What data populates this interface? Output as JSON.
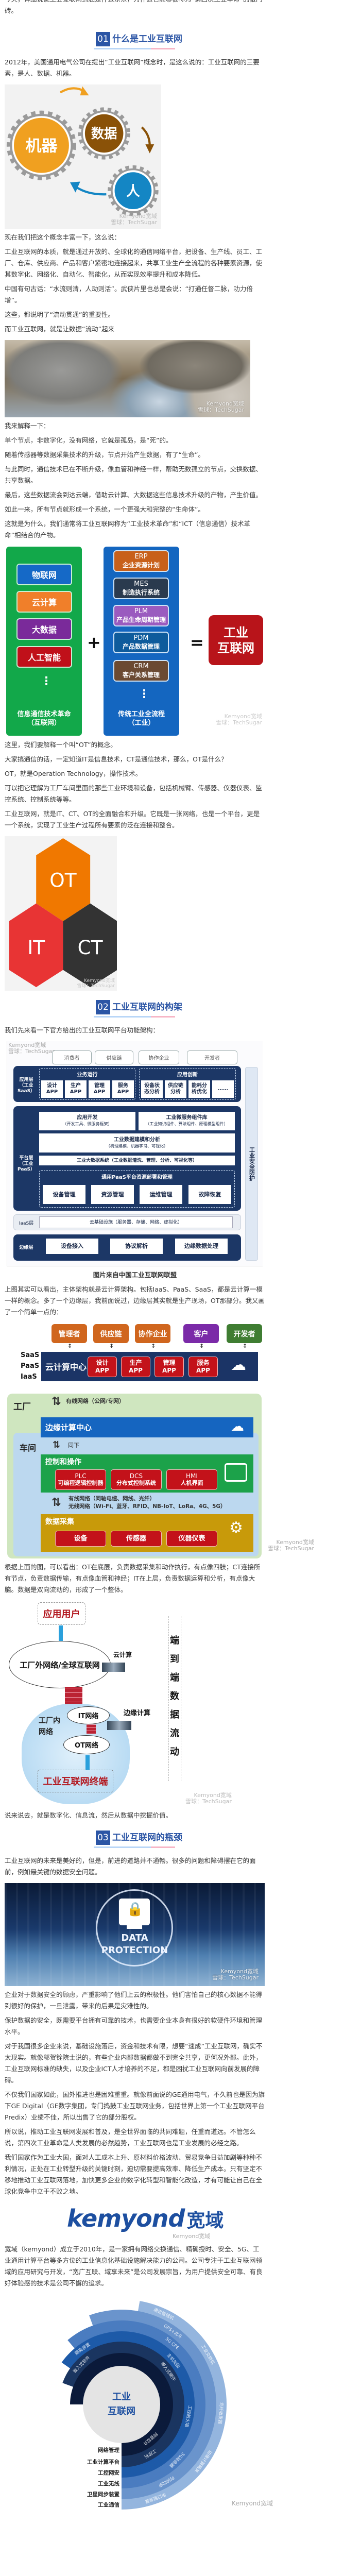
{
  "article": {
    "intro_clipped": "今天，详细说说工业互联网到底是什么东东，为什么它能够被称为“第四次工业革命”的敲门砖。",
    "headings": [
      {
        "num": "01",
        "title": "什么是工业互联网"
      },
      {
        "num": "02",
        "title": "工业互联网的构架"
      },
      {
        "num": "03",
        "title": "工业互联网的瓶颈"
      }
    ],
    "paragraphs": [
      "2012年，美国通用电气公司在提出“工业互联网”概念时，是这么说的：工业互联网的三要素，是人、数据、机器。",
      "现在我们把这个概念丰富一下，这么说：",
      "工业互联网的本质，就是通过开放的、全球化的通信网络平台，把设备、生产线、员工、工厂、仓库、供应商、产品和客户紧密地连接起来，共享工业生产全流程的各种要素资源，使其数字化、网络化、自动化、智能化，从而实现效率提升和成本降低。",
      "中国有句古话：“水流则清，人动则活”。武侠片里也总是会说：“打通任督二脉，功力倍增”。",
      "这些，都说明了“流动贯通”的重要性。",
      "而工业互联网，就是让数据“流动”起来",
      "我来解释一下：",
      "单个节点，非数字化，没有网络，它就是孤岛，是“死”的。",
      "随着传感器等数据采集技术的升级，节点开始产生数据，有了“生命”。",
      "与此同时，通信技术已在不断升级，像血管和神经一样，帮助无数孤立的节点，交换数据、共享数据。",
      "最后，这些数据流会到达云端，借助云计算、大数据这些信息技术升级的产物，产生价值。",
      "如此一来，所有节点就形成一个系统，一个更强大和完整的“生命体”。",
      "这就是为什么，我们通常将工业互联网称为“工业技术革命”和“ICT（信息通信）技术革命”相结合的产物。",
      "这里，我们要解释一个叫“OT”的概念。",
      "大家搞通信的话，一定知道IT是信息技术，CT是通信技术，那么，OT是什么？",
      "OT，就是Operation Technology，操作技术。",
      "可以把它理解为工厂车间里面的那些工业环境和设备，包括机械臂、传感器、仪器仪表、监控系统、控制系统等等。",
      "工业互联网，就是IT、CT、OT的全面融合和升级。它既是一张网络，也是一个平台，更是一个系统，实现了工业生产过程所有要素的泛在连接和整合。",
      "我们先来看一下官方给出的工业互联网平台功能架构：",
      "上图其实可以看出，主体架构就是云计算架构。包括IaaS、PaaS、SaaS，都是云计算一模一样的概念。多了一个边缘层，我前面说过，边缘层其实就是生产现场，OT那部分。我又画了一个简单一点的：",
      "根据上面的图，可以看出：OT在底层，负责数据采集和动作执行，有点像四肢；CT连接所有节点，负责数据传输，有点像血管和神经；IT在上层，负责数据运算和分析，有点像大脑。数据是双向流动的，形成了一个整体。",
      "说来说去，就是数字化、信息流，然后从数据中挖掘价值。",
      "工业互联网的未来是美好的，但是，前进的道路并不通畅。很多的问题和障碍摆在它的面前，例如最关键的数据安全问题。",
      "企业对于数据安全的顾虑，严重影响了他们上云的积极性。他们害怕自己的核心数据不能得到很好的保护，一旦泄露，带来的后果是灾难性的。",
      "保护数据的安全，既需要平台拥有可靠的技术，也需要企业本身有很好的软硬件环境和管理水平。",
      "对于我国很多企业来说，基础设施落后，资金和技术有限，想要“速成”工业互联网，确实不太现实。就像邬贺铨院士说的，有些企业内部数据都做不到完全共享，更何况外部。此外，工业互联网标准的缺失，以及企业ICT人才培养的不足，都是困扰工业互联网向前发展的障碍。",
      "不仅我们国家如此，国外推进也是困难重重。就像前面说的GE通用电气，不久前也是因为旗下GE Digital（GE数字集团，专门捣鼓工业互联网业务，包括世界上第一个工业互联网平台Predix）业绩不佳，所以出售了它的部分股权。",
      "所以说，推动工业互联网发展和普及，是全世界面临的共同难题，任重而道远。不管怎么说，第四次工业革命是人类发展的必然趋势，工业互联网也是工业发展的必经之路。",
      "我们国家作为工业大国，面对人工成本上升、原材料价格波动、贸易竞争日益加剧等种种不利情况，正处在工业转型升级的关键时刻，迫切需要提高效率、降低生产成本。只有坚定不移地推动工业互联网落地，加快更多企业的数字化转型和智能化改造，才有可能让自己在全球化竞争中立于不败之地。",
      "宽域（kemyond）成立于2010年，是一家拥有网络交换通信、精确授时、安全、5G、工业通用计算平台等多方位的工业信息化基础设施解决能力的公司。公司专注于工业互联网领域的应用研究与开发，“宽广互联、域享未来”是公司发展宗旨，为用户提供安全可靠、有良好体验感的技术是公司不懈的追求。"
    ],
    "caption_arch": "图片来自中国工业互联网联盟"
  },
  "watermark": {
    "line1": "Kemyond宽域",
    "line2": "雪球：TechSugar"
  },
  "fig_gears": {
    "machine": "机器",
    "data": "数据",
    "people": "人",
    "colors": {
      "machine": "#f0a020",
      "data": "#8a5208",
      "people": "#1486c4",
      "gear": "#9a9a9a"
    }
  },
  "fig_ict": {
    "left_items": [
      {
        "label": "物联网",
        "color": "#1569c7"
      },
      {
        "label": "云计算",
        "color": "#f07f2a"
      },
      {
        "label": "大数据",
        "color": "#7a2a9a"
      },
      {
        "label": "人工智能",
        "color": "#c0101a"
      }
    ],
    "left_dots": "⋮",
    "left_caption": [
      "信息通信技术革命",
      "（互联网）"
    ],
    "right_items": [
      {
        "abbr": "ERP",
        "label": "企业资源计划",
        "color": "#c8601a"
      },
      {
        "abbr": "MES",
        "label": "制造执行系统",
        "color": "#2a3a4e"
      },
      {
        "abbr": "PLM",
        "label": "产品生命周期管理",
        "color": "#9a5bbf"
      },
      {
        "abbr": "PDM",
        "label": "产品数据管理",
        "color": "#0e5b9c"
      },
      {
        "abbr": "CRM",
        "label": "客户关系管理",
        "color": "#6b4a32"
      }
    ],
    "right_dots": "⋮",
    "right_caption": [
      "传统工业全流程",
      "（工业）"
    ],
    "plus": "+",
    "equals": "=",
    "result": [
      "工业",
      "互联网"
    ]
  },
  "fig_otitct": {
    "ot": "OT",
    "it": "IT",
    "ct": "CT",
    "colors": {
      "ot": "#f07800",
      "it": "#e83434",
      "ct": "#333333"
    }
  },
  "fig_arch": {
    "actors": [
      "消费者",
      "供应链",
      "协作企业",
      "开发者"
    ],
    "app_layer": {
      "label": [
        "应用层",
        "（工业SaaS）"
      ],
      "group1": "业务运行",
      "group2": "应用创新",
      "apps": [
        [
          "设计",
          "APP"
        ],
        [
          "生产",
          "APP"
        ],
        [
          "管理",
          "APP"
        ],
        [
          "服务",
          "APP"
        ]
      ],
      "innov": [
        [
          "设备状",
          "态分析"
        ],
        [
          "供应链",
          "分析"
        ],
        [
          "能耗分",
          "析优化"
        ],
        [
          "……",
          ""
        ]
      ]
    },
    "platform_layer": {
      "label": [
        "平台层",
        "（工业PaaS）"
      ],
      "dev": [
        "应用开发",
        "（开发工具、微服务框架）"
      ],
      "micro": [
        "工业微服务组件库",
        "（工业知识组件、算法组件、原理模型组件）"
      ],
      "model": [
        "工业数据建模和分析",
        "（机理建模、机器学习、可视化）"
      ],
      "bigdata": "工业大数据系统（工业数据清洗、管理、分析、可视化等）",
      "paas": "通用PaaS平台资源部署和管理",
      "paas_items": [
        "设备管理",
        "资源管理",
        "运维管理",
        "故障恢复"
      ]
    },
    "iaas_layer": {
      "label": "IaaS层",
      "content": "云基础设施（服务器、存储、网络、虚拟化）"
    },
    "edge_layer": {
      "label": "边缘层",
      "items": [
        "设备接入",
        "协议解析",
        "边缘数据处理"
      ]
    },
    "security": "工业安全防护"
  },
  "fig_simple": {
    "actors": [
      {
        "label": "管理者",
        "color": "#d0661e"
      },
      {
        "label": "供应链",
        "color": "#d0661e"
      },
      {
        "label": "协作企业",
        "color": "#d0661e"
      },
      {
        "label": "客户",
        "color": "#7b2aa8"
      },
      {
        "label": "开发者",
        "color": "#3f7d32"
      }
    ],
    "stack_labels": [
      "SaaS",
      "PaaS",
      "IaaS"
    ],
    "cloud_center": "云计算中心",
    "cloud_apps": [
      [
        "设计",
        "APP"
      ],
      [
        "生产",
        "APP"
      ],
      [
        "管理",
        "APP"
      ],
      [
        "服务",
        "APP"
      ]
    ],
    "factory": "工厂",
    "wired_public": "有线网络（公网/专网）",
    "edge_center": "边缘计算中心",
    "workshop": "车间",
    "same_below": "同下",
    "control": "控制和操作",
    "control_items": [
      [
        "PLC",
        "可编程逻辑控制器"
      ],
      [
        "DCS",
        "分布式控制系统"
      ],
      [
        "HMI",
        "人机界面"
      ]
    ],
    "wired": "有线网络（同轴电缆、网线、光纤）",
    "wireless": "无线网络（Wi-Fi、蓝牙、RFID、NB-IoT、LoRa、4G、5G）",
    "collect": "数据采集",
    "collect_items": [
      "设备",
      "传感器",
      "仪器仪表"
    ]
  },
  "fig_network": {
    "app_user": "应用用户",
    "external": "工厂外网络/全球互联网",
    "cloud_computing": "云计算",
    "it_network": "IT网络",
    "ot_network": "OT网络",
    "internal": [
      "工厂内",
      "网络"
    ],
    "edge_computing": "边缘计算",
    "terminal": "工业互联网终端",
    "flow": "端到端数据流动"
  },
  "fig_protection": {
    "line1": "DATA",
    "line2": "PROTECTION"
  },
  "logo": {
    "latin": "kemyond",
    "cjk": "宽域",
    "color": "#1d4fa0"
  },
  "fig_rings": {
    "center": [
      "工业",
      "互联网"
    ],
    "band_labels": [
      "网络管理",
      "工业计算平台",
      "工控网安",
      "工业无线",
      "卫星同步装置",
      "工业通信"
    ],
    "band_colors": [
      "#0b1a3a",
      "#1a3560",
      "#1d5aa8",
      "#4a7cc0",
      "#6a94cc",
      "#94b5de"
    ],
    "products": [
      [
        "网管软件"
      ],
      [
        "嵌入式软件",
        "嵌入式硬件",
        "工控机"
      ],
      [
        "隔离装置",
        "主机加固",
        "工控防火墙"
      ],
      [
        "5G CPE",
        "5G路由器"
      ],
      [
        "GPS+北斗",
        "时间同步"
      ],
      [
        "通讯管理机",
        "工业交换机",
        "光纤收发器",
        "边缘计算网关",
        "串口服务器"
      ]
    ]
  }
}
